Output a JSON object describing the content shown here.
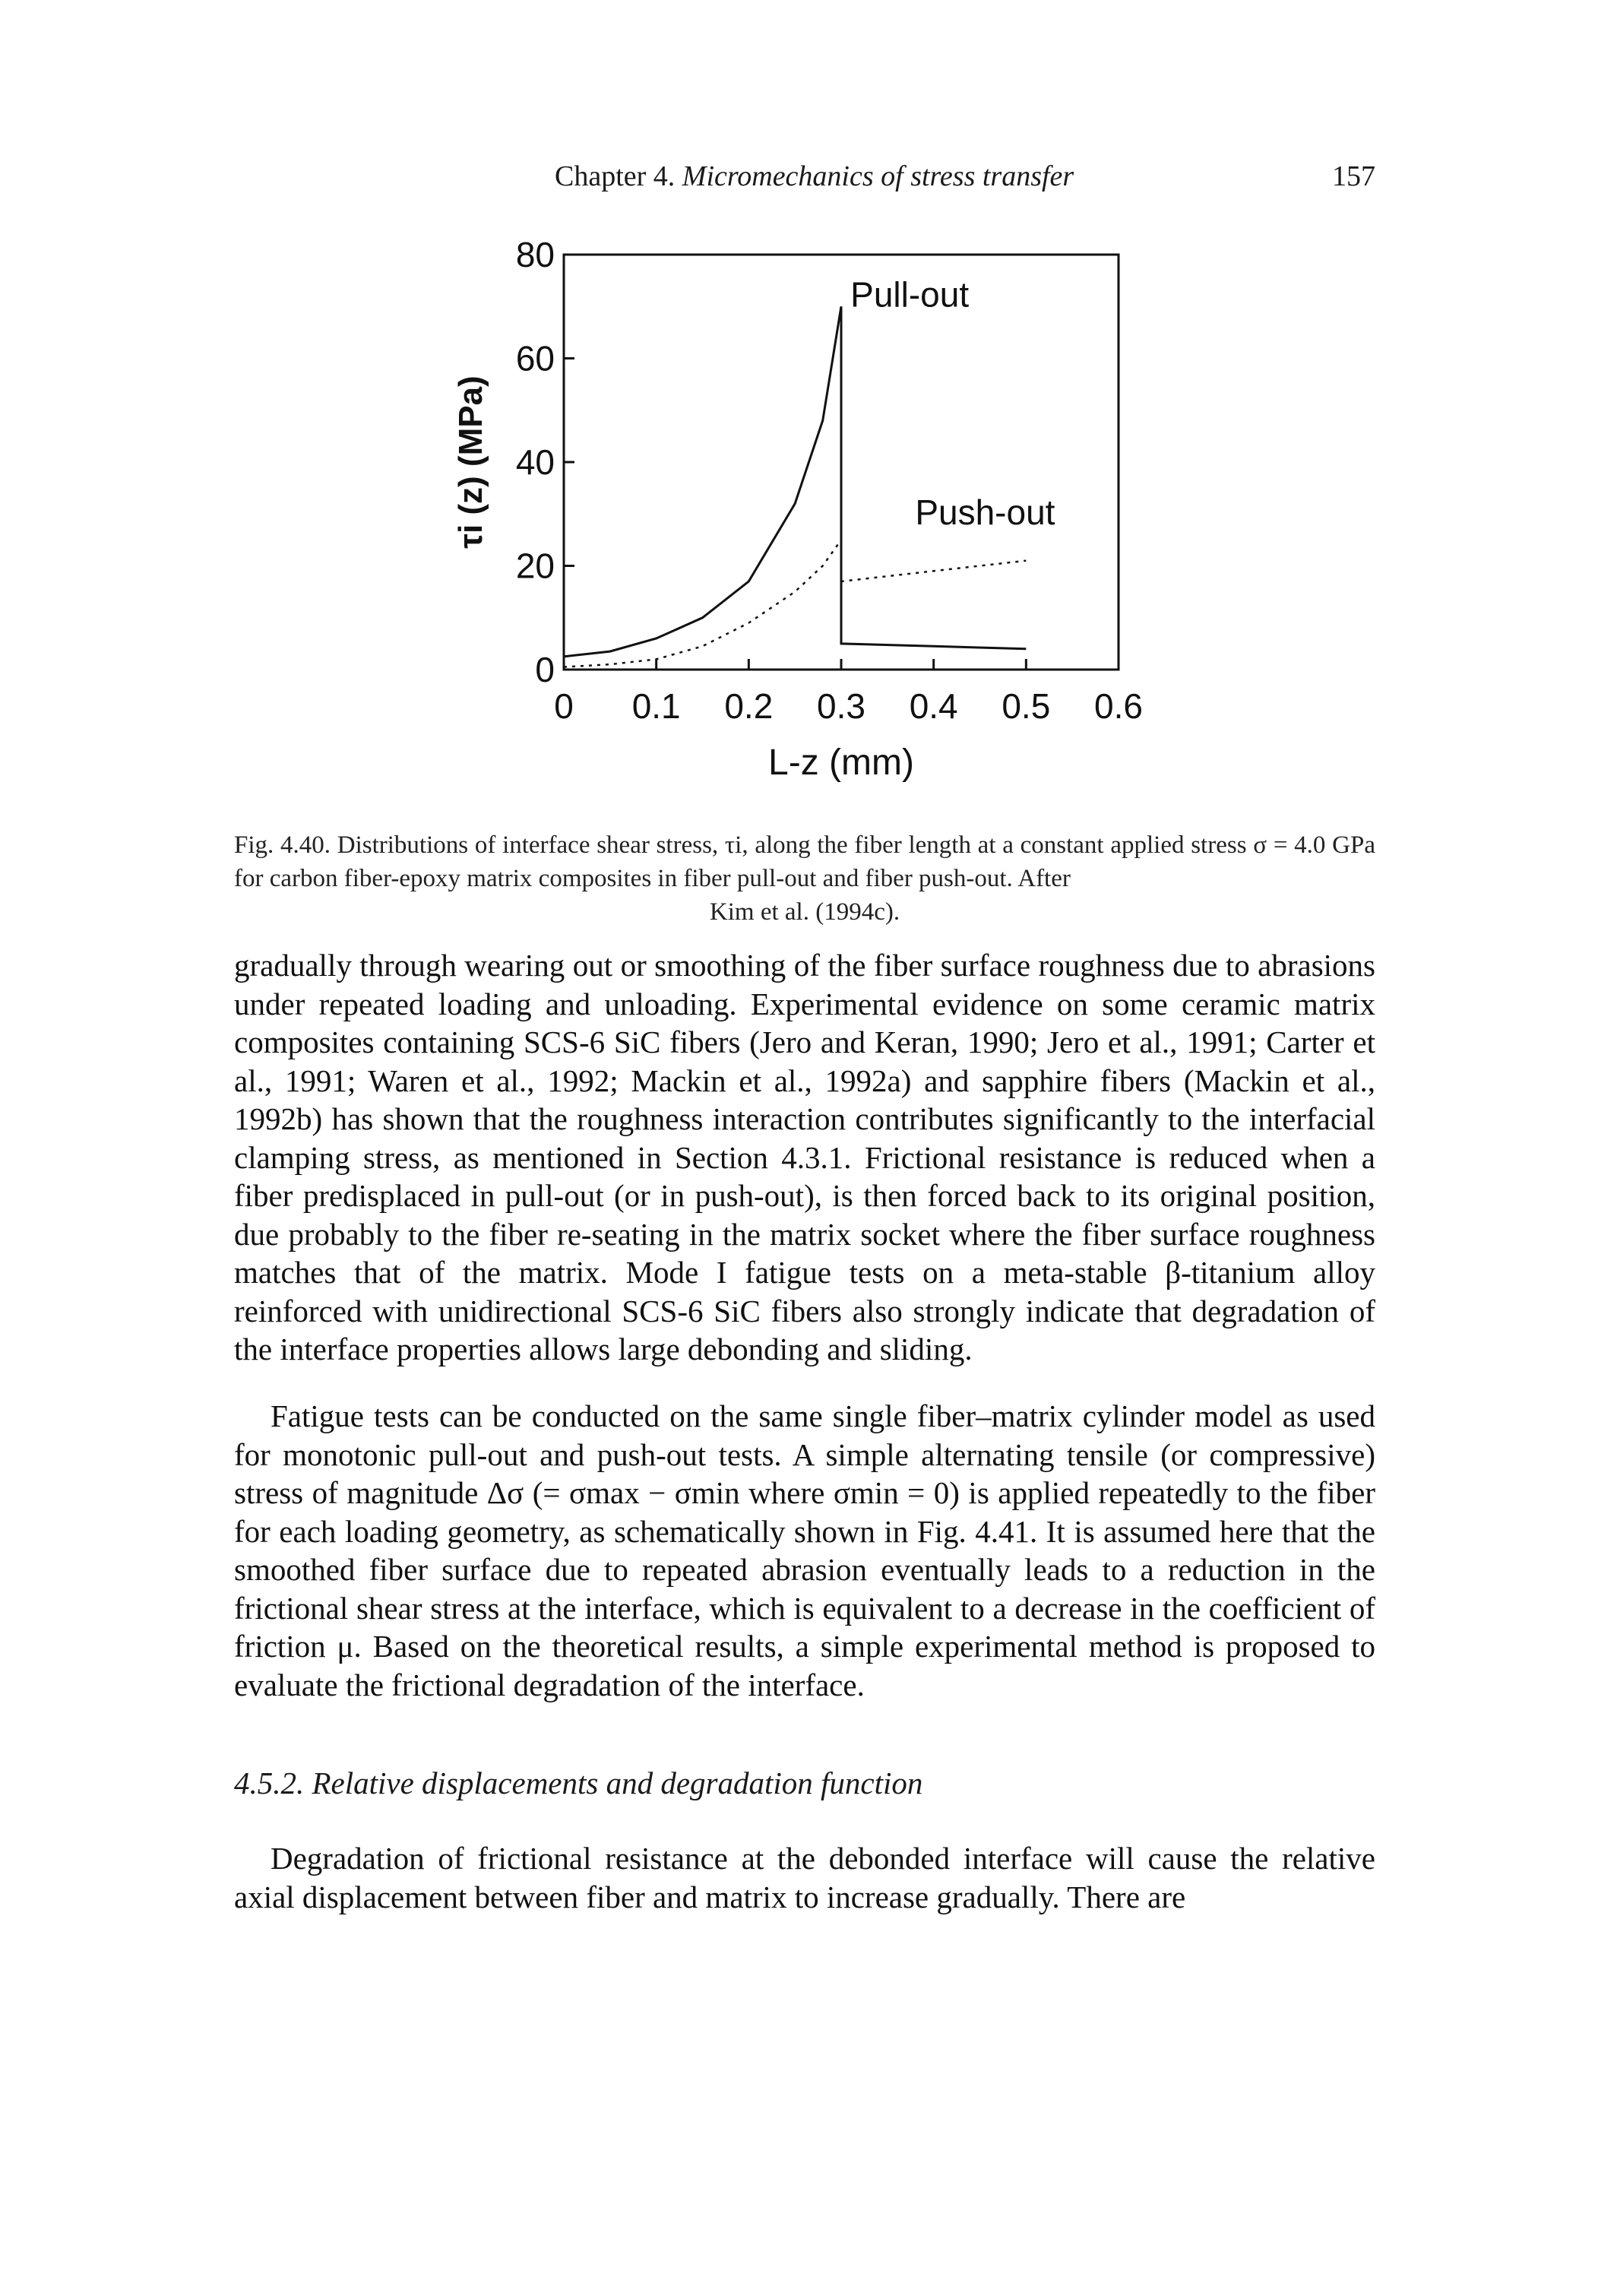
{
  "running_head": {
    "chapter": "Chapter 4.",
    "title": "Micromechanics of stress transfer",
    "page_number": "157"
  },
  "chart_data": {
    "type": "line",
    "xlabel": "L-z (mm)",
    "ylabel": "τi (z) (MPa)",
    "xlim": [
      0,
      0.6
    ],
    "ylim": [
      0,
      80
    ],
    "x_ticks": [
      "0",
      "0.1",
      "0.2",
      "0.3",
      "0.4",
      "0.5",
      "0.6"
    ],
    "y_ticks": [
      "0",
      "20",
      "40",
      "60",
      "80"
    ],
    "grid": false,
    "series": [
      {
        "name": "Pull-out",
        "style": "solid",
        "x": [
          0,
          0.05,
          0.1,
          0.15,
          0.2,
          0.25,
          0.28,
          0.3,
          0.3,
          0.3,
          0.4,
          0.5
        ],
        "y": [
          2.5,
          3.5,
          6,
          10,
          17,
          32,
          48,
          70,
          70,
          5,
          4.5,
          4
        ]
      },
      {
        "name": "Push-out",
        "style": "dotted",
        "x": [
          0,
          0.05,
          0.1,
          0.15,
          0.2,
          0.25,
          0.28,
          0.3,
          0.3,
          0.4,
          0.5
        ],
        "y": [
          0.5,
          1,
          2,
          4.5,
          9,
          15,
          20,
          25,
          17,
          19,
          21
        ]
      }
    ],
    "annotations": [
      "Pull-out",
      "Push-out"
    ]
  },
  "caption": {
    "lines": [
      "Fig. 4.40. Distributions of interface shear stress, τi, along the fiber length at a constant applied stress",
      "σ = 4.0 GPa for carbon fiber-epoxy matrix composites in fiber pull-out and fiber push-out. After",
      "Kim et al. (1994c)."
    ]
  },
  "paragraphs": [
    "gradually through wearing out or smoothing of the fiber surface roughness due to abrasions under repeated loading and unloading. Experimental evidence on some ceramic matrix composites containing SCS-6 SiC fibers (Jero and Keran, 1990; Jero et al., 1991; Carter et al., 1991; Waren et al., 1992; Mackin et al., 1992a) and sapphire fibers (Mackin et al., 1992b) has shown that the roughness interaction contributes significantly to the interfacial clamping stress, as mentioned in Section 4.3.1. Frictional resistance is reduced when a fiber predisplaced in pull-out (or in push-out), is then forced back to its original position, due probably to the fiber re-seating in the matrix socket where the fiber surface roughness matches that of the matrix. Mode I fatigue tests on a meta-stable β-titanium alloy reinforced with unidirectional SCS-6 SiC fibers also strongly indicate that degradation of the interface properties allows large debonding and sliding.",
    "Fatigue tests can be conducted on the same single fiber–matrix cylinder model as used for monotonic pull-out and push-out tests. A simple alternating tensile (or compressive) stress of magnitude Δσ (= σmax − σmin where σmin = 0) is applied repeatedly to the fiber for each loading geometry, as schematically shown in Fig. 4.41. It is assumed here that the smoothed fiber surface due to repeated abrasion eventually leads to a reduction in the frictional shear stress at the interface, which is equivalent to a decrease in the coefficient of friction μ. Based on the theoretical results, a simple experimental method is proposed to evaluate the frictional degradation of the interface.",
    "Degradation of frictional resistance at the debonded interface will cause the relative axial displacement between fiber and matrix to increase gradually. There are"
  ],
  "section_heading": "4.5.2. Relative displacements and degradation function"
}
